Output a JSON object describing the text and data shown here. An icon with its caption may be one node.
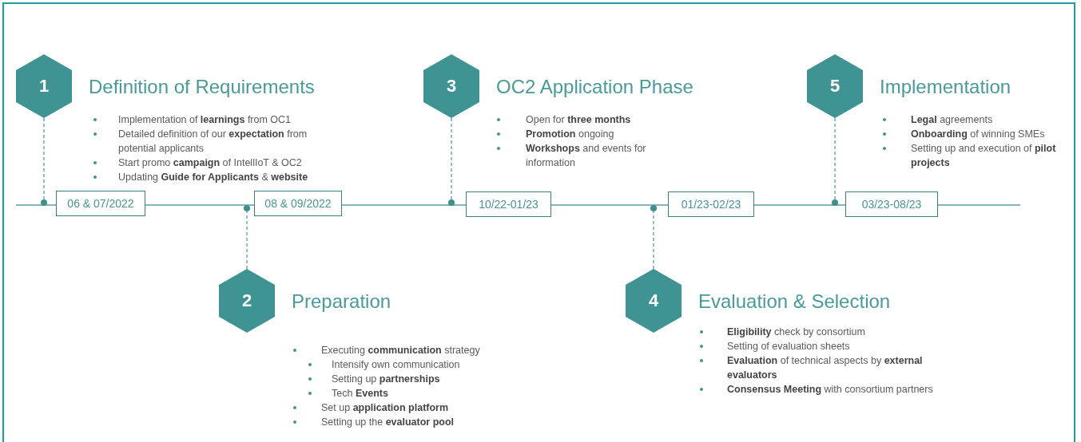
{
  "diagram": {
    "nodes": [
      {
        "text": [
          "1",
          "Definition of Requirements"
        ],
        "beside": [
          "Implementation of **learnings** from OC1",
          "Detailed definition of our **expectation** from potential applicants",
          "Start promo **campaign** of  IntellIoT & OC2",
          "Updating  **Guide for Applicants** & **website**"
        ]
      },
      {
        "text": [
          "06 & 07/2022"
        ]
      },
      {
        "text": [
          "2",
          "Preparation"
        ],
        "beside": [
          "Executing **communication** strategy",
          "Intensify own communication",
          "Setting up **partnerships**",
          "Tech **Events**",
          "Set up **application platform**",
          "Setting up the **evaluator pool**"
        ]
      },
      {
        "text": [
          "08 & 09/2022"
        ]
      },
      {
        "text": [
          "3",
          "OC2 Application Phase"
        ],
        "beside": [
          "Open for **three  months**",
          "**Promotion** ongoing",
          "**Workshops** and events for information"
        ]
      },
      {
        "text": [
          "10/22-01/23"
        ]
      },
      {
        "text": [
          "4",
          "Evaluation & Selection"
        ],
        "beside": [
          "**Eligibility** check by consortium",
          "Setting of evaluation sheets",
          "**Evaluation** of technical aspects by **external evaluators**",
          "**Consensus Meeting** with consortium partners"
        ]
      },
      {
        "text": [
          "01/23-02/23"
        ]
      },
      {
        "text": [
          "5",
          "Implementation"
        ],
        "beside": [
          "**Legal** agreements",
          "**Onboarding** of winning SMEs",
          "Setting up and execution of **pilot projects**"
        ]
      },
      {
        "text": [
          "03/23-08/23"
        ]
      },
      {
        "text": [],
        "shape": "circle"
      },
      {
        "text": [],
        "shape": "circle"
      },
      {
        "text": [],
        "shape": "circle"
      },
      {
        "text": [],
        "shape": "circle"
      },
      {
        "text": [],
        "shape": "circle"
      }
    ],
    "edges": [
      {
        "from": 0,
        "to": 10,
        "arrow": "none",
        "style": "dashed"
      },
      {
        "from": 2,
        "to": 11,
        "arrow": "none",
        "style": "dashed"
      },
      {
        "from": 4,
        "to": 12,
        "arrow": "none",
        "style": "dashed"
      },
      {
        "from": 6,
        "to": 13,
        "arrow": "none",
        "style": "dashed"
      },
      {
        "from": 8,
        "to": 14,
        "arrow": "none",
        "style": "dashed"
      }
    ]
  }
}
